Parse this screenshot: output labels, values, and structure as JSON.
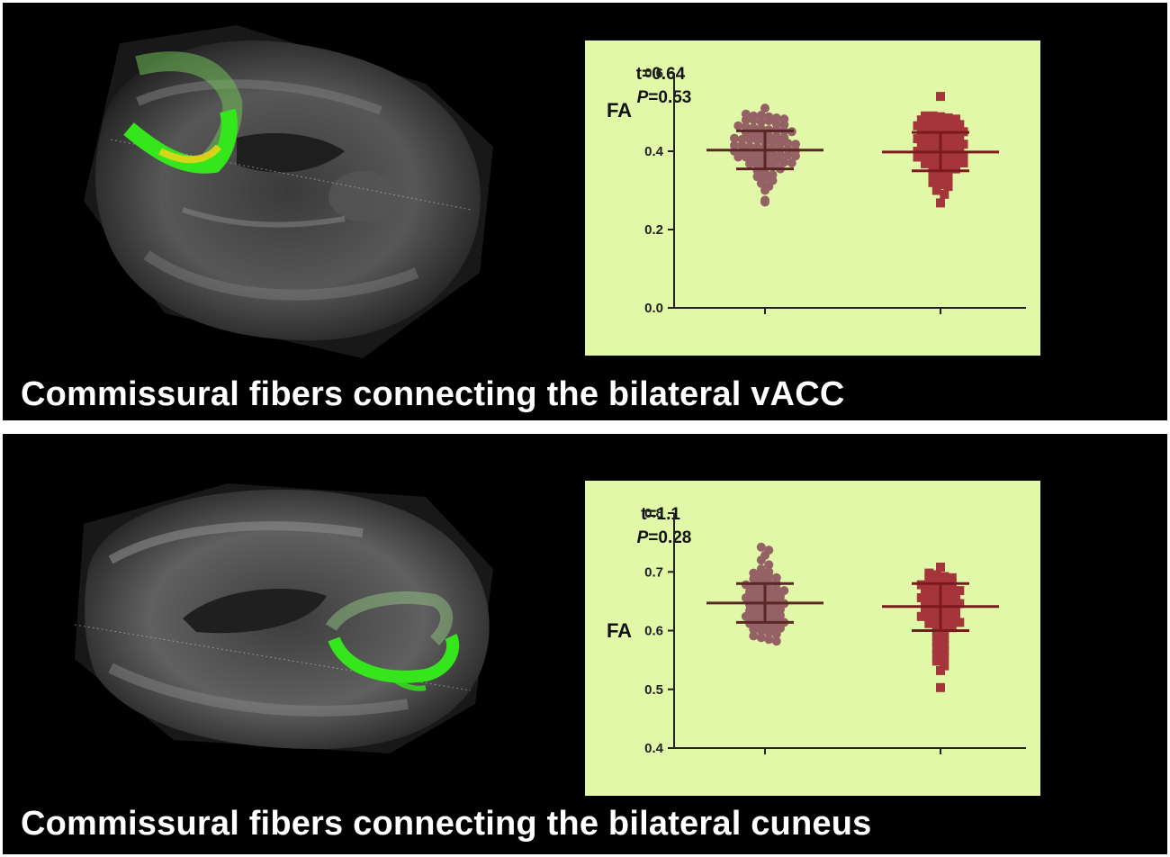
{
  "colors": {
    "background": "#000000",
    "chart_bg": "#e1f8a8",
    "group1": "#946264",
    "group1_line": "#5a2626",
    "group2": "#a4353a",
    "group2_line": "#7a1a1e",
    "tract_green": "#35e61c",
    "tract_yellow": "#e6d51a",
    "caption_text": "#ffffff"
  },
  "panels": [
    {
      "caption": "Commissural fibers connecting the bilateral vACC",
      "stat_t": "t=0.64",
      "stat_p_letter": "P",
      "stat_p_value": "=0.53"
    },
    {
      "caption": "Commissural fibers connecting the bilateral cuneus",
      "stat_t": "t=1.1",
      "stat_p_letter": "P",
      "stat_p_value": "=0.28"
    }
  ],
  "chart_data": [
    {
      "type": "scatter",
      "title": "",
      "xlabel": "",
      "ylabel": "FA",
      "ylim": [
        0.0,
        0.6
      ],
      "yticks": [
        "0.0",
        "0.2",
        "0.4",
        "0.6"
      ],
      "grid": false,
      "series": [
        {
          "marker": "circle",
          "color": "#946264",
          "mean": 0.403,
          "sd_low": 0.355,
          "sd_high": 0.452,
          "values": [
            0.495,
            0.49,
            0.492,
            0.488,
            0.485,
            0.48,
            0.48,
            0.482,
            0.475,
            0.478,
            0.47,
            0.468,
            0.465,
            0.462,
            0.46,
            0.458,
            0.455,
            0.455,
            0.452,
            0.45,
            0.448,
            0.445,
            0.443,
            0.44,
            0.438,
            0.435,
            0.433,
            0.43,
            0.43,
            0.428,
            0.425,
            0.423,
            0.42,
            0.42,
            0.418,
            0.415,
            0.415,
            0.412,
            0.41,
            0.41,
            0.408,
            0.405,
            0.405,
            0.402,
            0.4,
            0.4,
            0.398,
            0.395,
            0.395,
            0.392,
            0.39,
            0.39,
            0.388,
            0.385,
            0.385,
            0.382,
            0.38,
            0.378,
            0.375,
            0.372,
            0.37,
            0.368,
            0.365,
            0.362,
            0.36,
            0.355,
            0.35,
            0.345,
            0.34,
            0.335,
            0.33,
            0.325,
            0.318,
            0.31,
            0.3,
            0.275,
            0.27,
            0.51
          ]
        },
        {
          "marker": "square",
          "color": "#a4353a",
          "mean": 0.398,
          "sd_low": 0.35,
          "sd_high": 0.448,
          "values": [
            0.54,
            0.49,
            0.49,
            0.488,
            0.485,
            0.482,
            0.48,
            0.478,
            0.475,
            0.472,
            0.47,
            0.468,
            0.465,
            0.462,
            0.46,
            0.458,
            0.455,
            0.452,
            0.45,
            0.448,
            0.445,
            0.442,
            0.44,
            0.438,
            0.435,
            0.432,
            0.43,
            0.428,
            0.425,
            0.422,
            0.42,
            0.418,
            0.415,
            0.412,
            0.41,
            0.408,
            0.405,
            0.402,
            0.4,
            0.4,
            0.398,
            0.395,
            0.392,
            0.39,
            0.388,
            0.385,
            0.382,
            0.38,
            0.378,
            0.375,
            0.372,
            0.37,
            0.368,
            0.365,
            0.362,
            0.36,
            0.355,
            0.35,
            0.345,
            0.34,
            0.335,
            0.33,
            0.325,
            0.32,
            0.315,
            0.31,
            0.3,
            0.29,
            0.268
          ]
        }
      ]
    },
    {
      "type": "scatter",
      "title": "",
      "xlabel": "",
      "ylabel": "FA",
      "ylim": [
        0.4,
        0.8
      ],
      "yticks": [
        "0.4",
        "0.5",
        "0.6",
        "0.7",
        "0.8"
      ],
      "grid": false,
      "series": [
        {
          "marker": "circle",
          "color": "#946264",
          "mean": 0.647,
          "sd_low": 0.614,
          "sd_high": 0.68,
          "values": [
            0.742,
            0.737,
            0.728,
            0.72,
            0.712,
            0.705,
            0.7,
            0.698,
            0.695,
            0.692,
            0.69,
            0.688,
            0.685,
            0.682,
            0.68,
            0.678,
            0.676,
            0.674,
            0.672,
            0.67,
            0.668,
            0.666,
            0.664,
            0.662,
            0.66,
            0.658,
            0.656,
            0.654,
            0.652,
            0.65,
            0.648,
            0.646,
            0.644,
            0.642,
            0.64,
            0.638,
            0.636,
            0.634,
            0.632,
            0.63,
            0.628,
            0.626,
            0.624,
            0.622,
            0.62,
            0.618,
            0.616,
            0.614,
            0.612,
            0.61,
            0.608,
            0.606,
            0.604,
            0.602,
            0.6,
            0.597,
            0.594,
            0.591,
            0.588,
            0.585,
            0.582
          ]
        },
        {
          "marker": "square",
          "color": "#a4353a",
          "mean": 0.641,
          "sd_low": 0.6,
          "sd_high": 0.68,
          "values": [
            0.708,
            0.698,
            0.695,
            0.692,
            0.69,
            0.688,
            0.685,
            0.682,
            0.68,
            0.678,
            0.676,
            0.674,
            0.672,
            0.67,
            0.668,
            0.666,
            0.664,
            0.662,
            0.66,
            0.658,
            0.656,
            0.654,
            0.652,
            0.65,
            0.648,
            0.646,
            0.644,
            0.642,
            0.64,
            0.638,
            0.636,
            0.634,
            0.632,
            0.63,
            0.628,
            0.626,
            0.624,
            0.622,
            0.62,
            0.618,
            0.616,
            0.614,
            0.612,
            0.61,
            0.608,
            0.605,
            0.6,
            0.595,
            0.59,
            0.585,
            0.58,
            0.575,
            0.57,
            0.565,
            0.56,
            0.555,
            0.548,
            0.54,
            0.532,
            0.503
          ]
        }
      ]
    }
  ]
}
